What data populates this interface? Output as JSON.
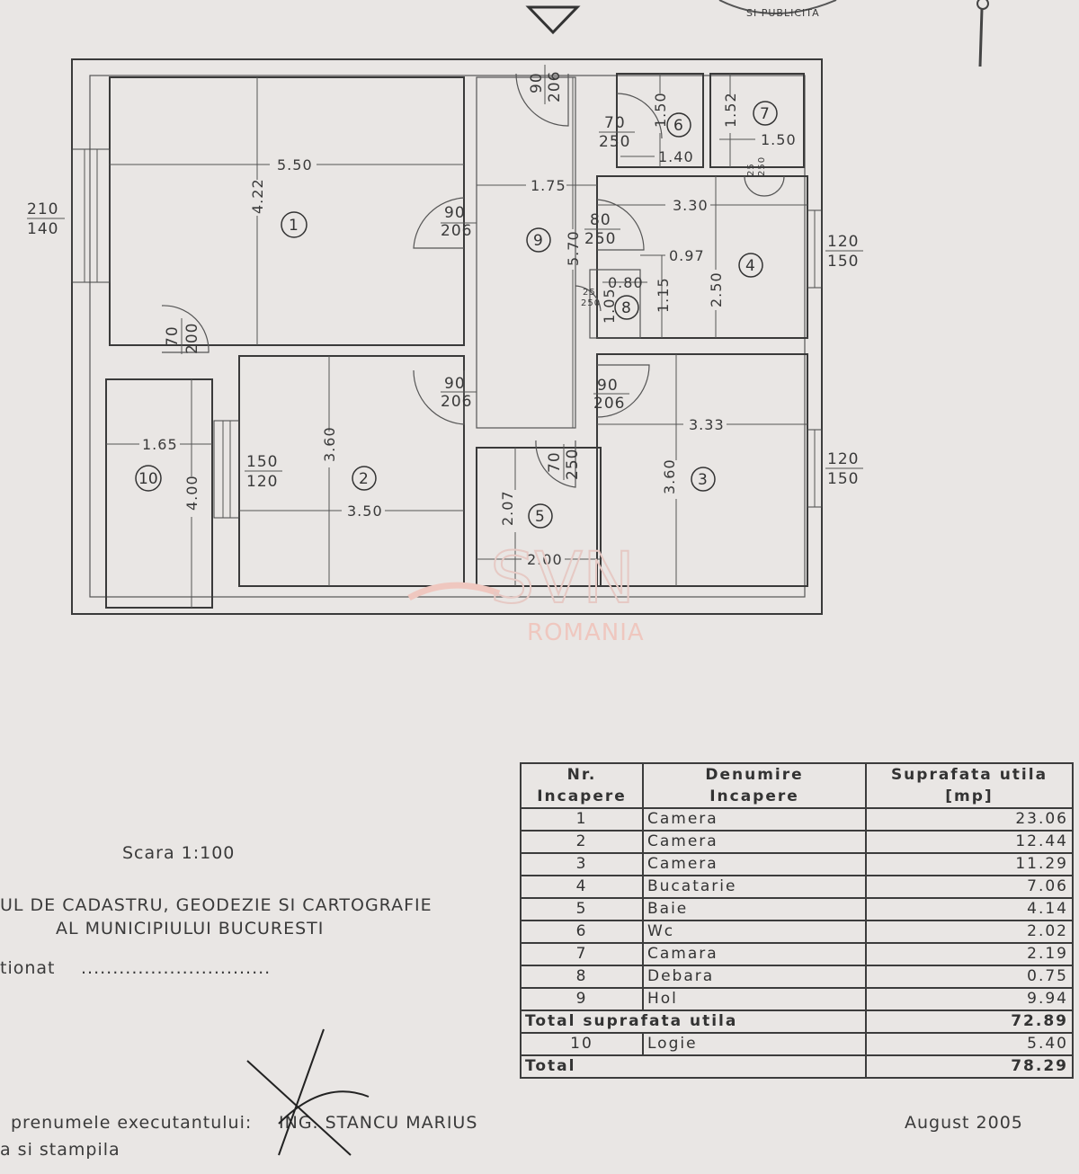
{
  "scale": "Scara 1:100",
  "office_line1": "UL DE CADASTRU, GEODEZIE SI CARTOGRAFIE",
  "office_line2": "AL MUNICIPIULUI BUCURESTI",
  "checked": "tionat",
  "checked_dots": "..............................",
  "executor_label": "prenumele executantului:",
  "executor_name": "ING. STANCU MARIUS",
  "stamp_label": "a si stampila",
  "date": "August 2005",
  "watermark": {
    "brand": "SVN",
    "sub": "ROMANIA"
  },
  "stamp_text": "SI PUBLICITA",
  "table": {
    "h_nr": "Nr.",
    "h_nr2": "Incapere",
    "h_name": "Denumire",
    "h_name2": "Incapere",
    "h_area": "Suprafata utila",
    "h_area2": "[mp]",
    "rows": [
      {
        "nr": "1",
        "name": "Camera",
        "area": "23.06"
      },
      {
        "nr": "2",
        "name": "Camera",
        "area": "12.44"
      },
      {
        "nr": "3",
        "name": "Camera",
        "area": "11.29"
      },
      {
        "nr": "4",
        "name": "Bucatarie",
        "area": "7.06"
      },
      {
        "nr": "5",
        "name": "Baie",
        "area": "4.14"
      },
      {
        "nr": "6",
        "name": "Wc",
        "area": "2.02"
      },
      {
        "nr": "7",
        "name": "Camara",
        "area": "2.19"
      },
      {
        "nr": "8",
        "name": "Debara",
        "area": "0.75"
      },
      {
        "nr": "9",
        "name": "Hol",
        "area": "9.94"
      }
    ],
    "subtotal_label": "Total suprafata utila",
    "subtotal_area": "72.89",
    "logia": {
      "nr": "10",
      "name": "Logie",
      "area": "5.40"
    },
    "total_label": "Total",
    "total_area": "78.29"
  },
  "plan": {
    "rooms": [
      "1",
      "2",
      "3",
      "4",
      "5",
      "6",
      "7",
      "8",
      "9",
      "10"
    ],
    "dims": {
      "d550": "5.50",
      "d422": "4.22",
      "d175": "1.75",
      "d570": "5.70",
      "d330": "3.30",
      "d097": "0.97",
      "d250": "2.50",
      "d115": "1.15",
      "d080": "0.80",
      "d105": "1.05",
      "d150a": "1.50",
      "d140": "1.40",
      "d152": "1.52",
      "d150b": "1.50",
      "d165": "1.65",
      "d400": "4.00",
      "d360a": "3.60",
      "d350": "3.50",
      "d207": "2.07",
      "d200": "2.00",
      "d333": "3.33",
      "d360b": "3.60"
    },
    "openings": {
      "w1_top": "210",
      "w1_bot": "140",
      "d1_top": "90",
      "d1_bot": "206",
      "d_entry_top": "90",
      "d_entry_bot": "206",
      "d_wc_top": "70",
      "d_wc_bot": "250",
      "d_kit_top": "80",
      "d_kit_bot": "250",
      "w4_top": "120",
      "w4_bot": "150",
      "d_logia_top": "70",
      "d_logia_bot": "200",
      "d2_top": "90",
      "d2_bot": "206",
      "d3_top": "90",
      "d3_bot": "206",
      "w2_top": "150",
      "w2_bot": "120",
      "d_bath_top": "70",
      "d_bath_bot": "250",
      "w3_top": "120",
      "w3_bot": "150",
      "small_a": "25",
      "small_b": "250",
      "small_c": "25",
      "small_d": "250"
    }
  }
}
